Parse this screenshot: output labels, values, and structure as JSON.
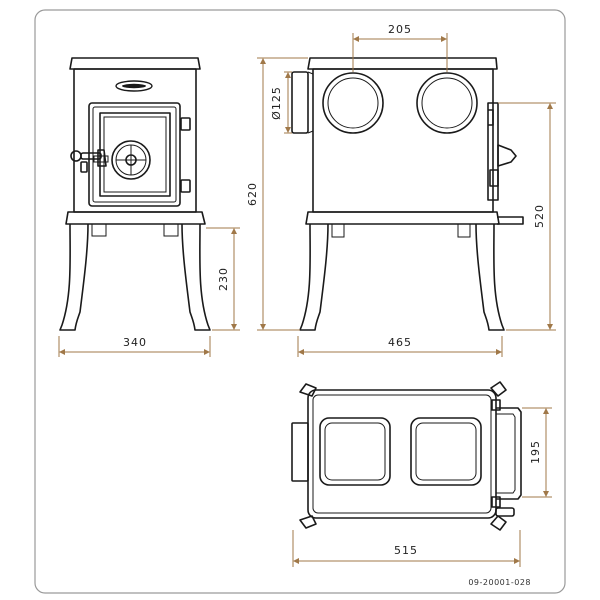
{
  "colors": {
    "outline": "#1a1a1a",
    "dimension": "#a07848",
    "frame": "#9a9a9a"
  },
  "dimensions": {
    "front_width": "340",
    "leg_height": "230",
    "total_height": "620",
    "flue_diameter": "Ø125",
    "flue_spacing": "205",
    "side_depth": "465",
    "side_height": "520",
    "top_depth": "195",
    "top_width": "515"
  },
  "drawing_ref": "09-20001-028"
}
